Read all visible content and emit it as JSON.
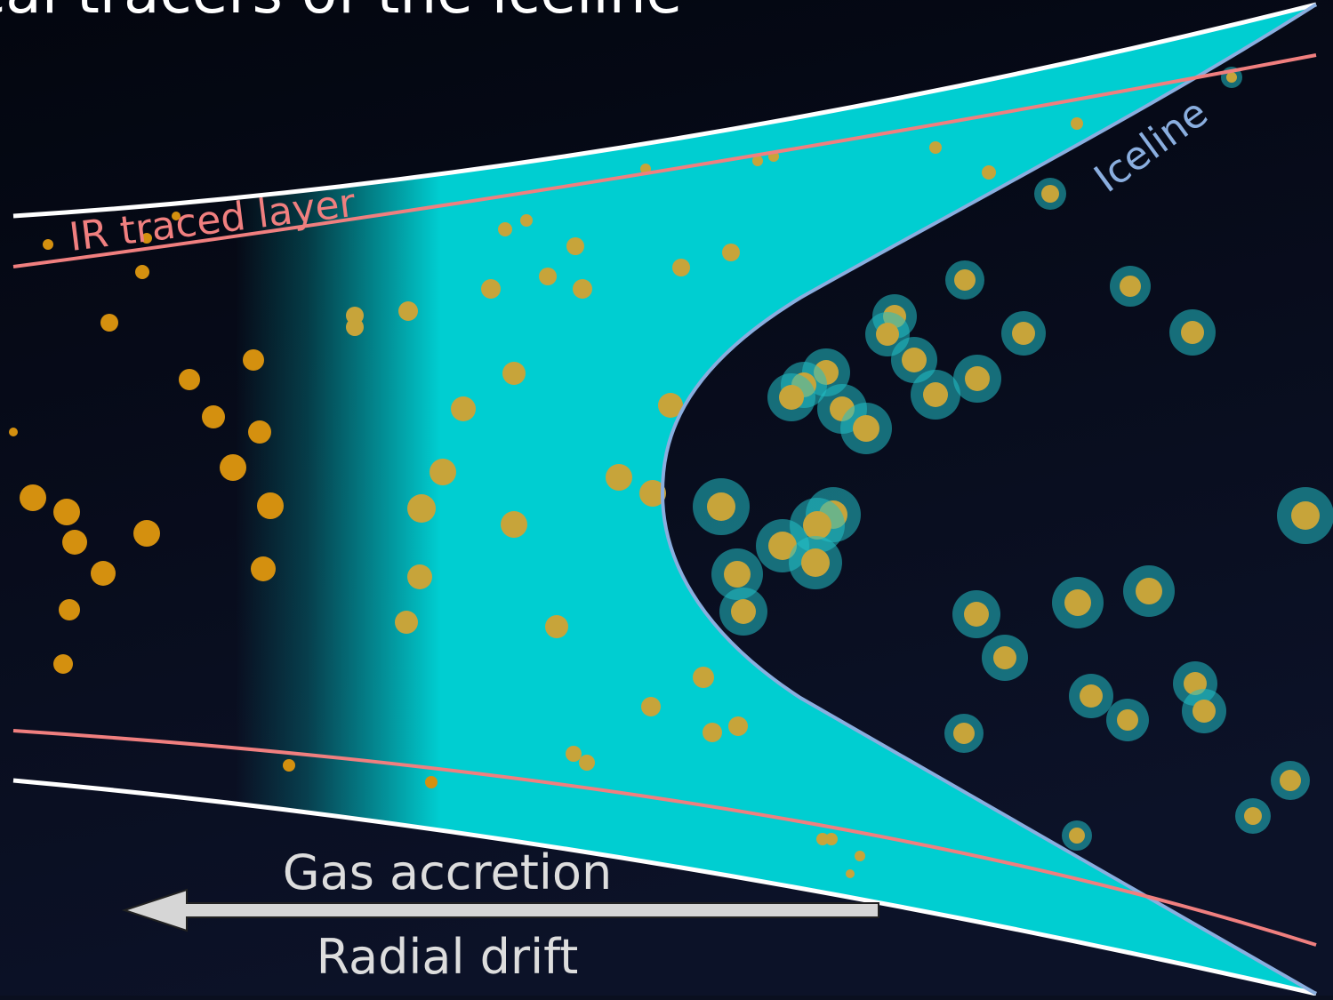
{
  "title_fragment": "cal tracers of the iceline",
  "labels": {
    "ir_layer": "IR traced layer",
    "iceline": "Iceline",
    "gas_accretion": "Gas accretion",
    "radial_drift": "Radial drift"
  },
  "colors": {
    "background_top": "#03060f",
    "background_bottom": "#0c1228",
    "ice_region": "#00ced1",
    "ir_layer_line": "#f07f7f",
    "iceline_line": "#8aaedf",
    "disk_surface": "#ffffff",
    "grain": "#d4900f",
    "grain_in_ice": "#c7a43a",
    "ice_mantle": "#22bfc6",
    "arrow": "#d6d6d6",
    "text": "#dddddd"
  }
}
